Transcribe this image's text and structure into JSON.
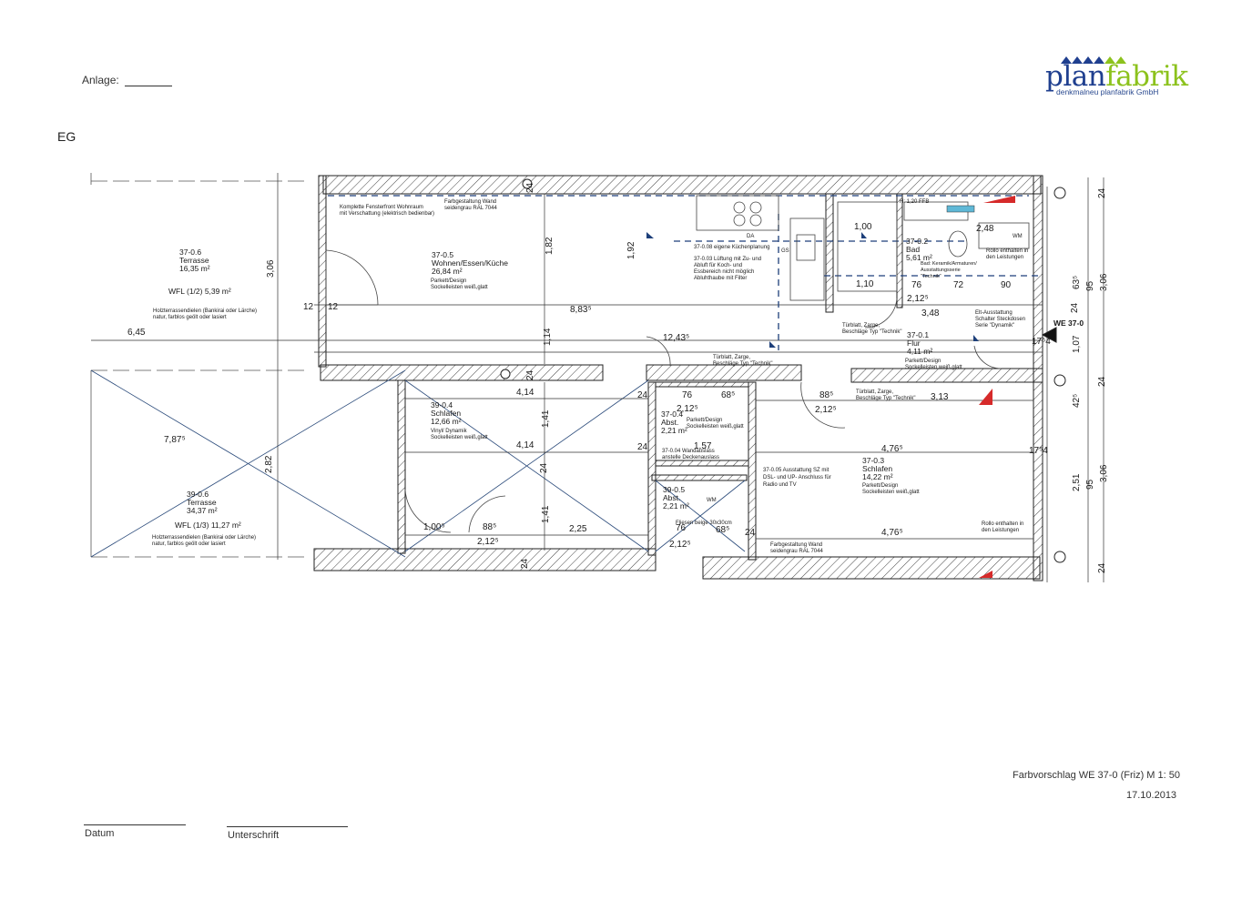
{
  "header": {
    "anlage_label": "Anlage:",
    "logo_text_1": "plan",
    "logo_text_2": "fabrik",
    "logo_sub": "denkmalneu planfabrik GmbH",
    "floor_label": "EG"
  },
  "plan": {
    "rooms": [
      {
        "id": "37-0.6",
        "name": "Terrasse",
        "area": "16,35 m²",
        "extra": "WFL (1/2)  5,39 m²",
        "note1": "Holzterrassendielen (Bankirai oder Lärche)",
        "note2": "natur, farblos geölt oder lasiert"
      },
      {
        "id": "39-0.6",
        "name": "Terrasse",
        "area": "34,37 m²",
        "extra": "WFL (1/3)  11,27 m²",
        "note1": "Holzterrassendielen (Bankirai oder Lärche)",
        "note2": "natur, farblos geölt oder lasiert"
      },
      {
        "id": "37-0.5",
        "name": "Wohnen/Essen/Küche",
        "area": "26,84 m²",
        "note1": "Parkett/Design",
        "note2": "Sockelleisten weiß,glatt"
      },
      {
        "id": "39-0.4",
        "name": "Schlafen",
        "area": "12,66 m²",
        "note1": "Vinyl/ Dynamik",
        "note2": "Sockelleisten weiß,glatt"
      },
      {
        "id": "37-0.4",
        "name": "Abst.",
        "area": "2,21 m²",
        "note1": "Parkett/Design",
        "note2": "Sockelleisten weiß,glatt"
      },
      {
        "id": "39-0.5",
        "name": "Abst.",
        "area": "2,21 m²",
        "note1": "Fliesen beige 30x30cm"
      },
      {
        "id": "37-0.2",
        "name": "Bad",
        "area": "5,61 m²",
        "note1": "Bad: Keramik/Armaturen/",
        "note2": "Ausstattungsserie",
        "note3": "\"Technik\""
      },
      {
        "id": "37-0.1",
        "name": "Flur",
        "area": "4,11 m²",
        "note1": "Parkett/Design",
        "note2": "Sockelleisten weiß,glatt"
      },
      {
        "id": "37-0.3",
        "name": "Schlafen",
        "area": "14,22 m²",
        "note1": "Parkett/Design",
        "note2": "Sockelleisten weiß,glatt"
      }
    ],
    "notes": {
      "fensterfront_1": "Komplette Fensterfront Wohnraum",
      "fensterfront_2": "mit Verschattung (elektrisch bedienbar)",
      "farb_1": "Farbgestaltung Wand",
      "farb_2": "seidengrau RAL 7044",
      "kueche": "37-0.08 eigene Küchenplanung",
      "lueft_1": "37-0.03 Lüftung mit Zu- und",
      "lueft_2": "Abluft für Koch- und",
      "lueft_3": "Essbereich nicht möglich",
      "lueft_4": "Abluhthaube mit Filter",
      "tuer_1": "Türblatt, Zarge,",
      "tuer_2": "Beschläge Typ \"Technik\"",
      "rollo_1": "Rollo enthalten in",
      "rollo_2": "den Leistungen",
      "elt_1": "Elt-Ausstattung",
      "elt_2": "Schalter Steckdosen",
      "elt_3": "Serie \"Dynamik\"",
      "sz_1": "37-0.05 Ausstattung SZ mit",
      "sz_2": "DSL- und UP- Anschluss für",
      "sz_3": "Radio und TV",
      "wand_1": "37-0.04 Wandauslass",
      "wand_2": "anstelle Deckenauslass",
      "we": "WE 37-0",
      "wm": "WM",
      "h_ffb": "H: 1,20 FFB",
      "da": "DA",
      "gs": "GS"
    },
    "dims": [
      "6,45",
      "7,87⁵",
      "3,06",
      "12",
      "2,82",
      "8,83⁵",
      "12,43⁵",
      "1,82",
      "1,92",
      "1,14",
      "4,14",
      "1,41",
      "2,25",
      "1,00⁵",
      "88⁵",
      "2,12⁵",
      "76",
      "68⁵",
      "1,57",
      "4,76⁵",
      "3,13",
      "1,00",
      "1,10",
      "72",
      "90",
      "2,48",
      "3,48",
      "1,07",
      "2,51",
      "95",
      "24",
      "17⁵4",
      "42⁵",
      "63⁵"
    ]
  },
  "footer": {
    "title": "Farbvorschlag WE 37-0 (Friz) M 1: 50",
    "date": "17.10.2013",
    "datum_label": "Datum",
    "unterschrift_label": "Unterschrift"
  }
}
